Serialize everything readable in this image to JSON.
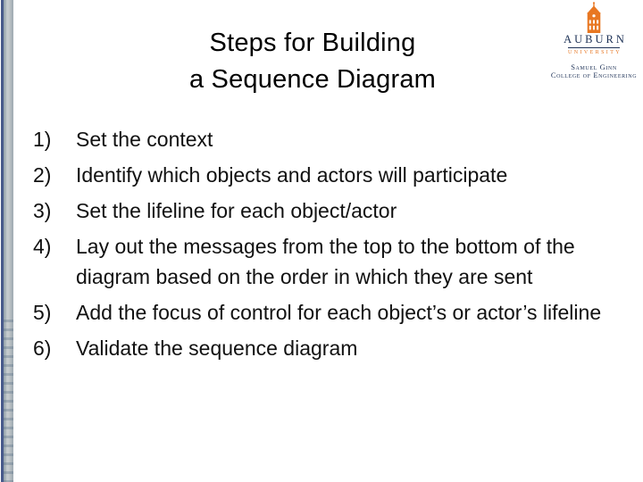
{
  "slide": {
    "title": {
      "line1": "Steps for Building",
      "line2": "a Sequence Diagram"
    },
    "steps": {
      "items": [
        {
          "marker": "1)",
          "text": "Set the context"
        },
        {
          "marker": "2)",
          "text": "Identify which objects and actors will participate"
        },
        {
          "marker": "3)",
          "text": "Set the lifeline for each object/actor"
        },
        {
          "marker": "4)",
          "text": "Lay out the messages from the top to the bottom of the diagram based on the order in which they are sent"
        },
        {
          "marker": "5)",
          "text": "Add the focus of control for each object’s or actor’s lifeline"
        },
        {
          "marker": "6)",
          "text": "Validate the sequence diagram"
        }
      ]
    },
    "logo": {
      "tower_icon": "samford-hall-tower-icon",
      "wordmark": "AUBURN",
      "university": "UNIVERSITY",
      "school_line1": "Samuel Ginn",
      "school_line2": "College of Engineering",
      "colors": {
        "auburn_orange": "#e87722",
        "auburn_navy": "#1d3156",
        "edge_blue": "#47598b",
        "edge_gray": "#b5bec3"
      }
    }
  }
}
